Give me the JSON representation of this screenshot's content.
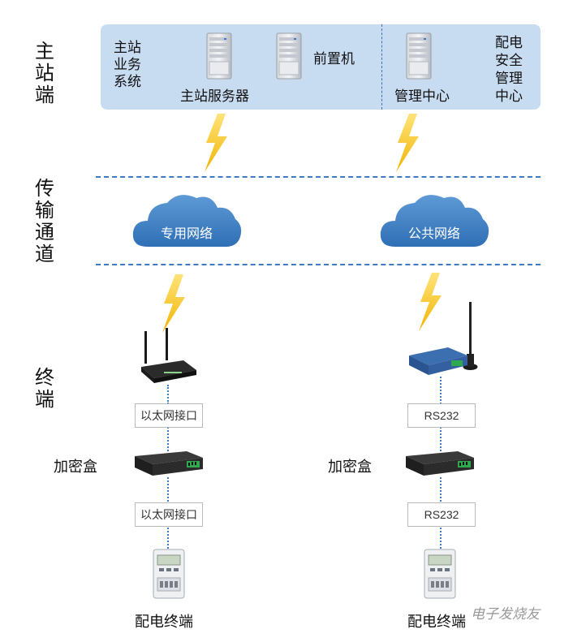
{
  "sections": {
    "master": "主站端",
    "transmission": "传输通道",
    "terminal": "终端"
  },
  "master_panel": {
    "business_system": "主站\n业务\n系统",
    "master_server": "主站服务器",
    "front_end": "前置机",
    "management_center": "管理中心",
    "security_center": "配电\n安全\n管理\n中心"
  },
  "networks": {
    "private": "专用网络",
    "public": "公共网络"
  },
  "left_chain": {
    "port_top": "以太网接口",
    "encryption_box": "加密盒",
    "port_bottom": "以太网接口",
    "terminal": "配电终端"
  },
  "right_chain": {
    "port_top": "RS232",
    "encryption_box": "加密盒",
    "port_bottom": "RS232",
    "terminal": "配电终端"
  },
  "watermark": "电子发烧友",
  "colors": {
    "panel": "#c7dbf1",
    "dash": "#3e7bc2",
    "cloud": "#4a86c8",
    "lightning": "#f5c21b"
  }
}
